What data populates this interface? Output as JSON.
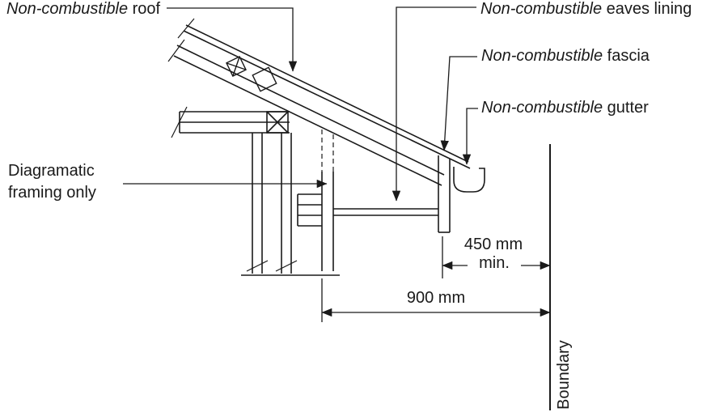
{
  "diagram": {
    "title_context": "Eaves construction detail near boundary",
    "labels": {
      "roof": {
        "em": "Non-combustible",
        "rest": " roof"
      },
      "eaves_lining": {
        "em": "Non-combustible",
        "rest": " eaves lining"
      },
      "fascia": {
        "em": "Non-combustible",
        "rest": " fascia"
      },
      "gutter": {
        "em": "Non-combustible",
        "rest": " gutter"
      },
      "framing_note": "Diagramatic\nframing only",
      "boundary": "Boundary"
    },
    "dimensions": {
      "fascia_to_boundary": {
        "value": "450 mm",
        "qualifier": "min."
      },
      "wall_to_boundary": {
        "value": "900 mm"
      }
    },
    "colors": {
      "line": "#1a1a1a",
      "background": "#ffffff"
    }
  }
}
